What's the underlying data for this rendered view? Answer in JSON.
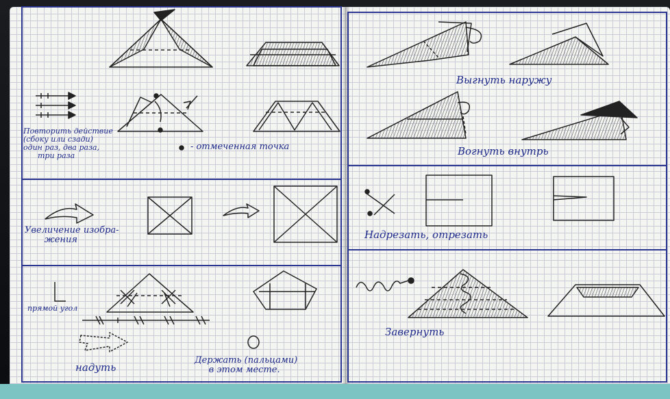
{
  "labels": {
    "repeat_action": "Повторить действие\n(сбоку или сзади)\nодин раз, два раза,\n      три раза",
    "marked_point": "- отмеченная точка",
    "fold_outward": "Выгнуть наружу",
    "fold_inward": "Вогнуть внутрь",
    "enlarge_image": "Увеличение изобра-\n       жения",
    "cut": "Надрезать, отрезать",
    "right_angle": "прямой угол",
    "inflate": "надуть",
    "hold_here": "Держать (пальцами)\n     в этом месте.",
    "roll_up": "Завернуть"
  },
  "colors": {
    "ink": "#1d2a8a",
    "pencil": "#333333",
    "frame": "#2a3590"
  }
}
